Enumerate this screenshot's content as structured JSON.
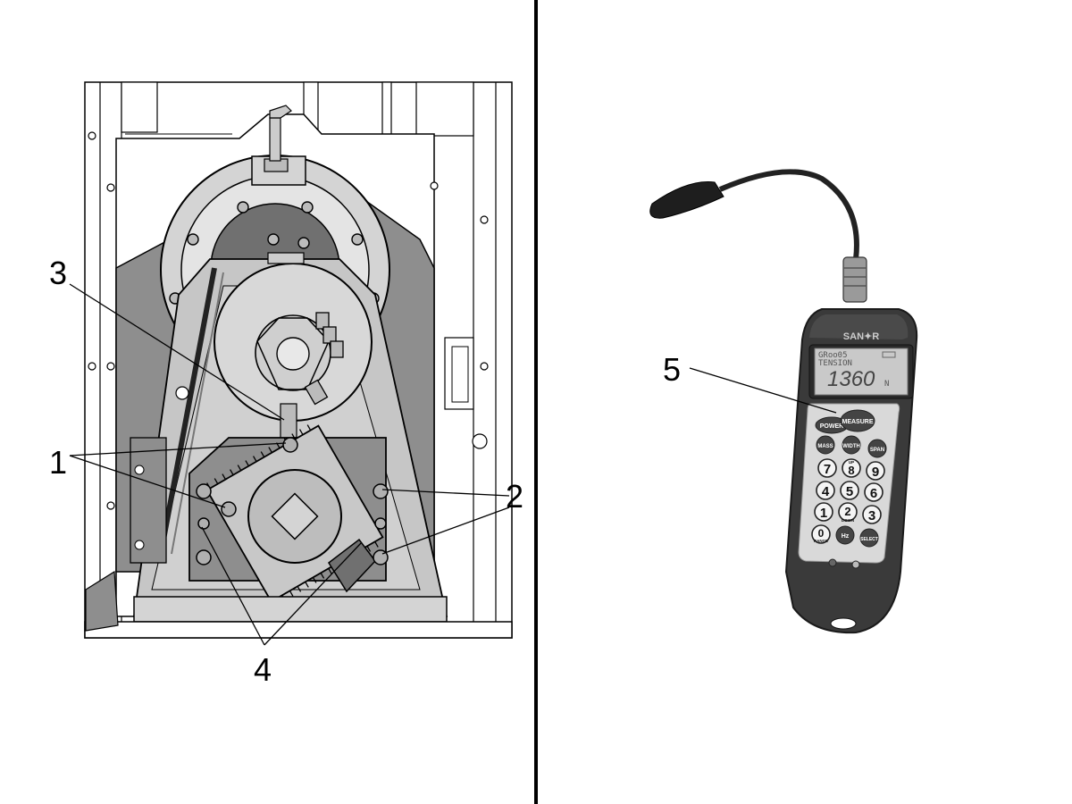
{
  "callouts": {
    "one": "1",
    "two": "2",
    "three": "3",
    "four": "4",
    "five": "5"
  },
  "meter": {
    "brand": "SAN✦R",
    "lcd_line1": "GRoo05",
    "lcd_line2": "TENSION",
    "lcd_value": "1360",
    "lcd_unit": "N",
    "keys": {
      "power": "POWER",
      "measure": "MEASURE",
      "mass": "MASS",
      "width": "WIDTH",
      "span": "SPAN",
      "k7": "7",
      "k8": "8",
      "k8_sub": "UP",
      "k9": "9",
      "k4": "4",
      "k5": "5",
      "k6": "6",
      "k1": "1",
      "k2": "2",
      "k2_sub": "DOWN",
      "k3": "3",
      "k0": "0",
      "k0_sub": "RANGE",
      "hz": "Hz",
      "select": "SELECT"
    }
  },
  "colors": {
    "frame_line": "#000000",
    "housing_gray": "#8e8e8e",
    "light_gray": "#d4d4d4",
    "mid_gray": "#b8b8b8",
    "meter_body": "#3a3a3a",
    "keypad_bg": "#d9d9d9",
    "lcd_bg": "#c9c9c9"
  }
}
